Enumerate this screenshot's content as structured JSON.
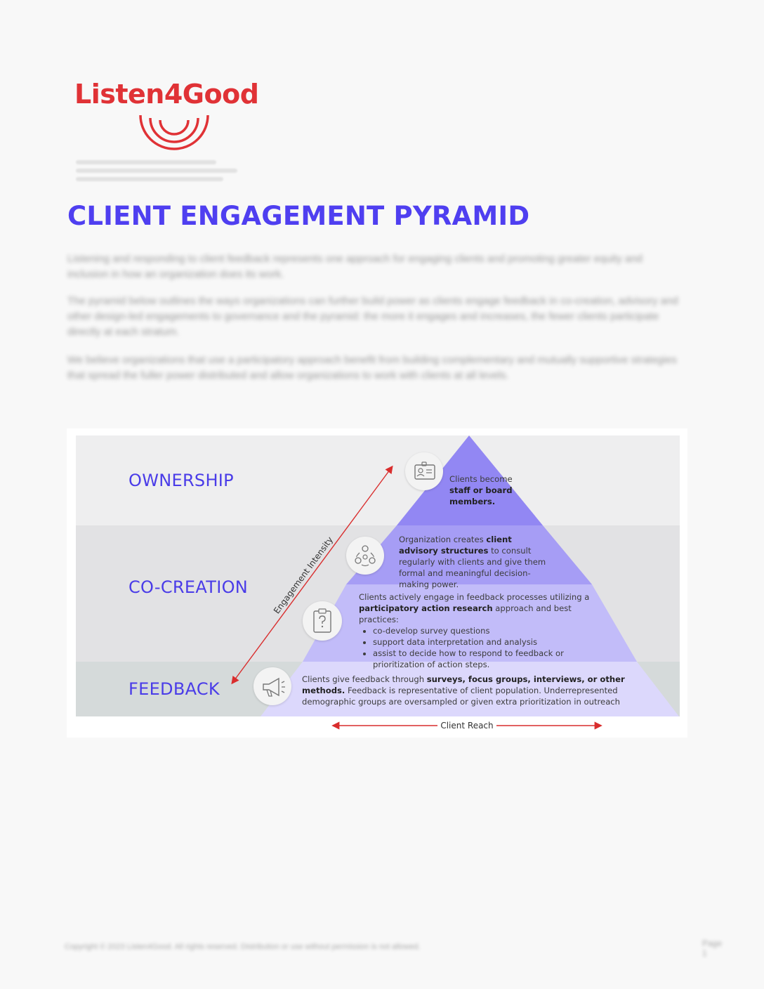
{
  "logo": {
    "brand": "Listen4Good"
  },
  "document": {
    "title": "CLIENT ENGAGEMENT PYRAMID",
    "paragraphs": [
      "Listening and responding to client feedback represents one approach for engaging clients and promoting greater equity and inclusion in how an organization does its work.",
      "The pyramid below outlines the ways organizations can further build power as clients engage feedback in co-creation, advisory and other design-led engagements to governance and the pyramid: the more it engages and increases, the fewer clients participate directly at each stratum.",
      "We believe organizations that use a participatory approach benefit from building complementary and mutually supportive strategies that spread the fuller power distributed and allow organizations to work with clients at all levels."
    ],
    "footer": "Copyright © 2023 Listen4Good. All rights reserved. Distribution or use without permission is not allowed.",
    "page_number": "Page 1"
  },
  "pyramid": {
    "bands": [
      {
        "label": "OWNERSHIP"
      },
      {
        "label": "CO-CREATION"
      },
      {
        "label": "FEEDBACK"
      }
    ],
    "axis_labels": {
      "vertical": "Engagement Intensity",
      "horizontal": "Client Reach"
    },
    "tiers": {
      "ownership": {
        "pre": "Clients become ",
        "bold": "staff or board members.",
        "icon": "id-badge-icon"
      },
      "advisory": {
        "pre": "Organization creates ",
        "bold": "client advisory structures",
        "post": " to consult regularly with clients and give them formal and meaningful decision-making power.",
        "icon": "group-cycle-icon"
      },
      "participatory": {
        "pre": "Clients actively engage in feedback processes utilizing a ",
        "bold": "participatory action research",
        "post": " approach and best practices:",
        "bullets": [
          "co-develop survey questions",
          "support data interpretation and analysis",
          "assist to decide how to respond to feedback or prioritization of action steps."
        ],
        "icon": "clipboard-question-icon"
      },
      "feedback": {
        "pre": "Clients give feedback through ",
        "bold": "surveys, focus groups, interviews, or other methods.",
        "post": " Feedback is representative of client population. Underrepresented demographic groups are oversampled or given extra prioritization in outreach",
        "icon": "megaphone-icon"
      }
    },
    "colors": {
      "band_ownership": "#eeeeef",
      "band_cocreation": "#e2e2e4",
      "band_feedback": "#d5dada",
      "tier_top": "#9287f3",
      "tier_2": "#a69df5",
      "tier_3": "#c2bcf9",
      "tier_4": "#dcd8fc",
      "arrow": "#d92d2d",
      "heading": "#4f3ff0"
    }
  }
}
